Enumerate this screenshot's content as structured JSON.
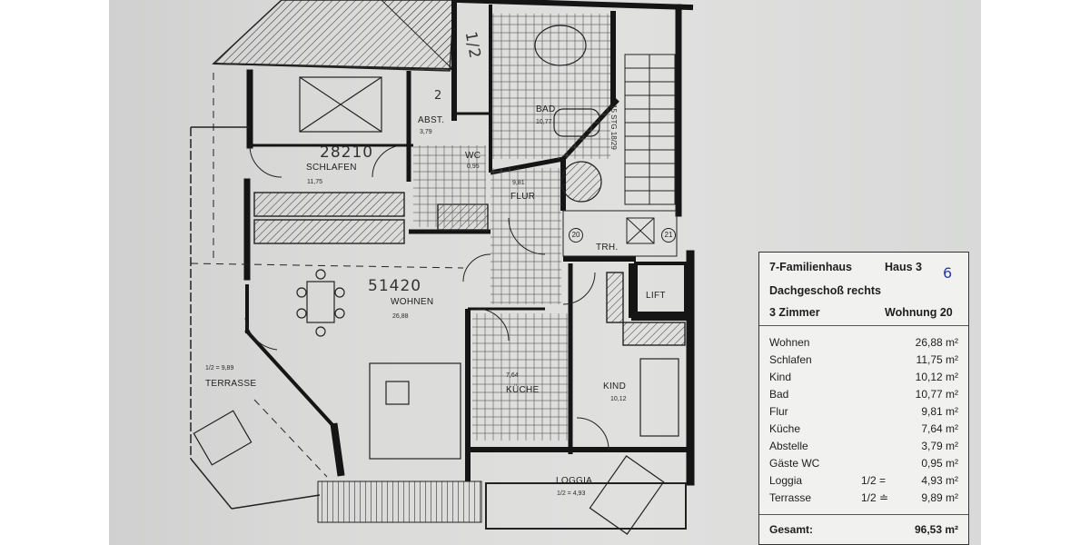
{
  "info_box": {
    "line1_left": "7-Familienhaus",
    "line1_right": "Haus 3",
    "line1_note": "6",
    "line2": "Dachgeschoß rechts",
    "line3_left": "3 Zimmer",
    "line3_right": "Wohnung 20"
  },
  "areas": [
    {
      "name": "Wohnen",
      "factor": "",
      "value": "26,88 m²"
    },
    {
      "name": "Schlafen",
      "factor": "",
      "value": "11,75 m²"
    },
    {
      "name": "Kind",
      "factor": "",
      "value": "10,12 m²"
    },
    {
      "name": "Bad",
      "factor": "",
      "value": "10,77 m²"
    },
    {
      "name": "Flur",
      "factor": "",
      "value": "9,81 m²"
    },
    {
      "name": "Küche",
      "factor": "",
      "value": "7,64 m²"
    },
    {
      "name": "Abstelle",
      "factor": "",
      "value": "3,79 m²"
    },
    {
      "name": "Gäste WC",
      "factor": "",
      "value": "0,95 m²"
    },
    {
      "name": "Loggia",
      "factor": "1/2 =",
      "value": "4,93 m²"
    },
    {
      "name": "Terrasse",
      "factor": "1/2 ≐",
      "value": "9,89 m²"
    }
  ],
  "total": {
    "label": "Gesamt:",
    "value": "96,53 m²"
  },
  "rooms": {
    "schlafen": {
      "label": "SCHLAFEN",
      "area": "11,75"
    },
    "wohnen": {
      "label": "WOHNEN",
      "area": "26,88"
    },
    "kind": {
      "label": "KIND",
      "area": "10,12"
    },
    "kueche": {
      "label": "KÜCHE",
      "area": "7,64"
    },
    "bad": {
      "label": "BAD",
      "area": "10,77"
    },
    "flur": {
      "label": "FLUR",
      "area": "9,81"
    },
    "abst": {
      "label": "ABST.",
      "area": "3,79"
    },
    "wc": {
      "label": "WC",
      "area": "0,95"
    },
    "loggia": {
      "label": "LOGGIA",
      "area": "1/2 = 4,93"
    },
    "terrasse": {
      "label": "TERRASSE",
      "area": "1/2 = 9,89"
    },
    "trh": {
      "label": "TRH."
    },
    "lift": {
      "label": "LIFT"
    }
  },
  "stair": {
    "marker_left": "20",
    "marker_right": "21",
    "text": "15 STG 18/29"
  },
  "handwritten": {
    "dim_schlafen": "28210",
    "dim_wohnen": "51420",
    "fraction": "1/2",
    "note_2": "2"
  }
}
